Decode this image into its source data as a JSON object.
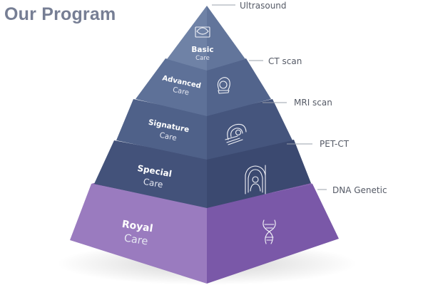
{
  "header": {
    "title": "Our Program"
  },
  "levels": [
    {
      "name": "Basic",
      "sub": "Care",
      "exam": "Ultrasound",
      "icon": "ultrasound-icon"
    },
    {
      "name": "Advanced",
      "sub": "Care",
      "exam": "CT scan",
      "icon": "ct-scanner-icon"
    },
    {
      "name": "Signature",
      "sub": "Care",
      "exam": "MRI scan",
      "icon": "mri-scanner-icon"
    },
    {
      "name": "Special",
      "sub": "Care",
      "exam": "PET-CT",
      "icon": "pet-ct-icon"
    },
    {
      "name": "Royal",
      "sub": "Care",
      "exam": "DNA Genetic",
      "icon": "dna-icon"
    }
  ],
  "colors": {
    "title": "#767e94",
    "tier_left": [
      "#6f82a6",
      "#5e7198",
      "#4f6189",
      "#43527a",
      "#9a7bbf"
    ],
    "tier_right": [
      "#62759b",
      "#52648c",
      "#45557d",
      "#3b4970",
      "#7a58a8"
    ],
    "callout_line": "#9aa0ab",
    "callout_text": "#555a66"
  }
}
